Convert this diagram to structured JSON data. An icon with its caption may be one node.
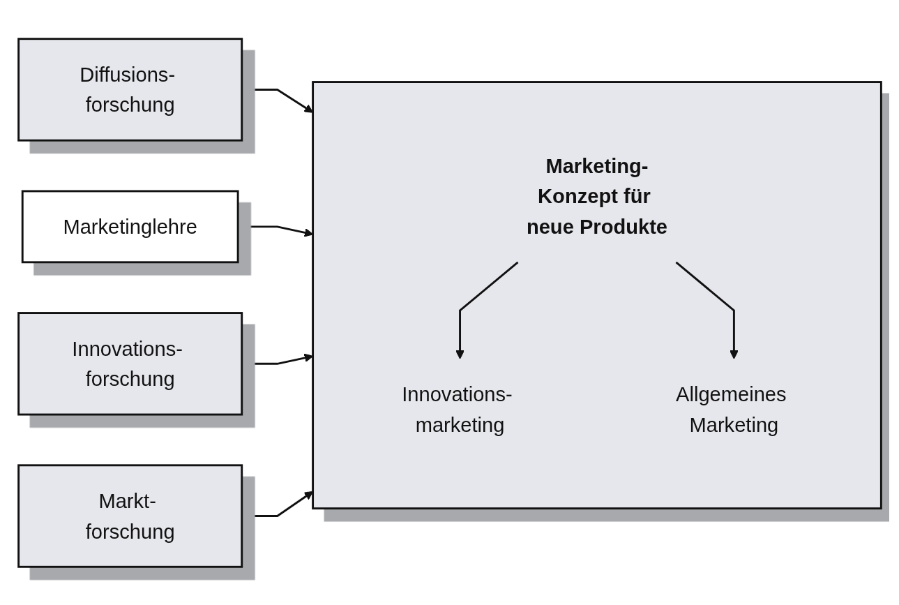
{
  "diagram": {
    "nodes": [
      {
        "text": [
          "Diffusions- forschung"
        ]
      },
      {
        "text": [
          "Innovations- forschung"
        ]
      },
      {
        "text": [
          "Marketinglehre"
        ]
      },
      {
        "text": [
          "Markt- forschung"
        ]
      },
      {
        "text": [],
        "shape": "box"
      },
      {
        "text": [
          "Marketing-Konzept für neue Produkte"
        ],
        "in": 4
      },
      {
        "text": [
          "Innovations- marketing"
        ],
        "in": 4
      },
      {
        "text": [
          "Allgemeines Marketing"
        ],
        "in": 4
      }
    ],
    "edges": [
      {
        "from": 0,
        "to": 4,
        "arrow": "to"
      },
      {
        "from": 2,
        "to": 4,
        "arrow": "to"
      },
      {
        "from": 1,
        "to": 4,
        "arrow": "to"
      },
      {
        "from": 3,
        "to": 4,
        "arrow": "to"
      },
      {
        "from": 5,
        "to": 6,
        "arrow": "to"
      },
      {
        "from": 5,
        "to": 7,
        "arrow": "to"
      }
    ]
  }
}
